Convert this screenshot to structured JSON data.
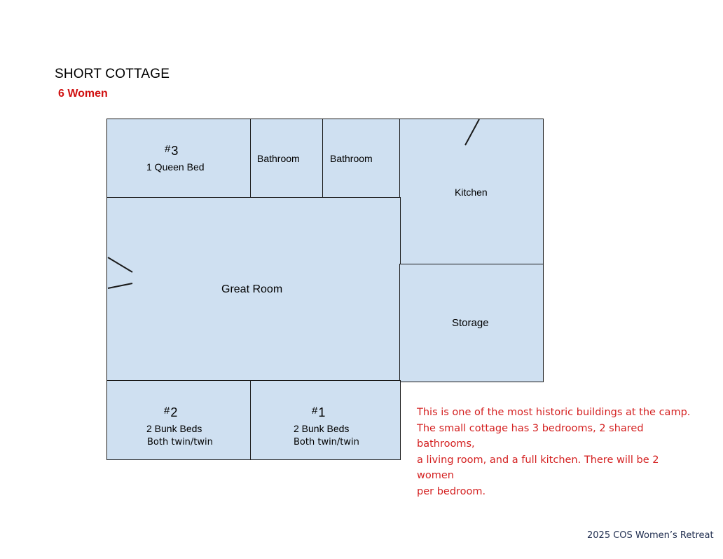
{
  "header": {
    "title": "SHORT COTTAGE",
    "capacity": "6 Women"
  },
  "rooms": {
    "bedroom3": {
      "hash": "#",
      "number": "3",
      "bed": "1 Queen Bed"
    },
    "bathroom1": {
      "label": "Bathroom"
    },
    "bathroom2": {
      "label": "Bathroom"
    },
    "kitchen": {
      "label": "Kitchen"
    },
    "great_room": {
      "label": "Great Room"
    },
    "storage": {
      "label": "Storage"
    },
    "bedroom2": {
      "hash": "#",
      "number": "2",
      "beds": "2 Bunk Beds",
      "detail": "Both twin/twin"
    },
    "bedroom1": {
      "hash": "#",
      "number": "1",
      "beds": "2 Bunk Beds",
      "detail": "Both twin/twin"
    }
  },
  "description": {
    "lines": [
      "This is one of the most historic buildings at the camp.",
      "The small cottage has 3 bedrooms, 2 shared bathrooms,",
      "a living room, and a full kitchen. There will be 2 women",
      "per bedroom."
    ]
  },
  "footer": {
    "text": "2025 COS Women’s Retreat"
  },
  "colors": {
    "room_fill": "#cfe0f1",
    "wall": "#1a1a1a",
    "accent_red": "#d01010",
    "footer": "#1f2d4f"
  }
}
